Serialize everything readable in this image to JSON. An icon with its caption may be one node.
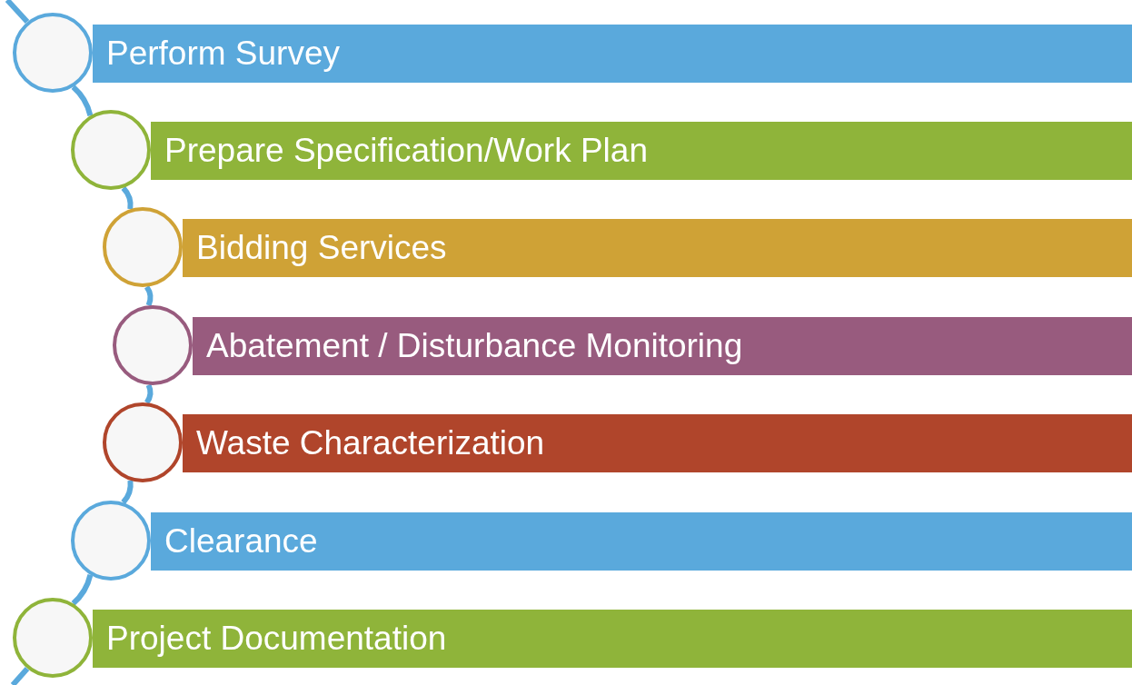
{
  "diagram": {
    "nodes": [
      {
        "text": [],
        "shape": "circle"
      },
      {
        "text": [
          "Perform Survey"
        ]
      },
      {
        "text": [],
        "shape": "circle"
      },
      {
        "text": [
          "Prepare Specification/Work Plan"
        ]
      },
      {
        "text": [],
        "shape": "circle"
      },
      {
        "text": [
          "Bidding Services"
        ]
      },
      {
        "text": [],
        "shape": "circle"
      },
      {
        "text": [
          "Abatement / Disturbance Monitoring"
        ]
      },
      {
        "text": [],
        "shape": "circle"
      },
      {
        "text": [
          "Waste Characterization"
        ]
      },
      {
        "text": [],
        "shape": "circle"
      },
      {
        "text": [
          "Clearance"
        ]
      },
      {
        "text": [],
        "shape": "circle"
      },
      {
        "text": [
          "Project Documentation"
        ]
      }
    ],
    "edges": [
      {
        "from": 0,
        "to": 2,
        "arrow": "none"
      },
      {
        "from": 2,
        "to": 4,
        "arrow": "none"
      },
      {
        "from": 4,
        "to": 6,
        "arrow": "none"
      },
      {
        "from": 6,
        "to": 8,
        "arrow": "none"
      },
      {
        "from": 8,
        "to": 10,
        "arrow": "none"
      },
      {
        "from": 10,
        "to": 12,
        "arrow": "none"
      }
    ]
  }
}
